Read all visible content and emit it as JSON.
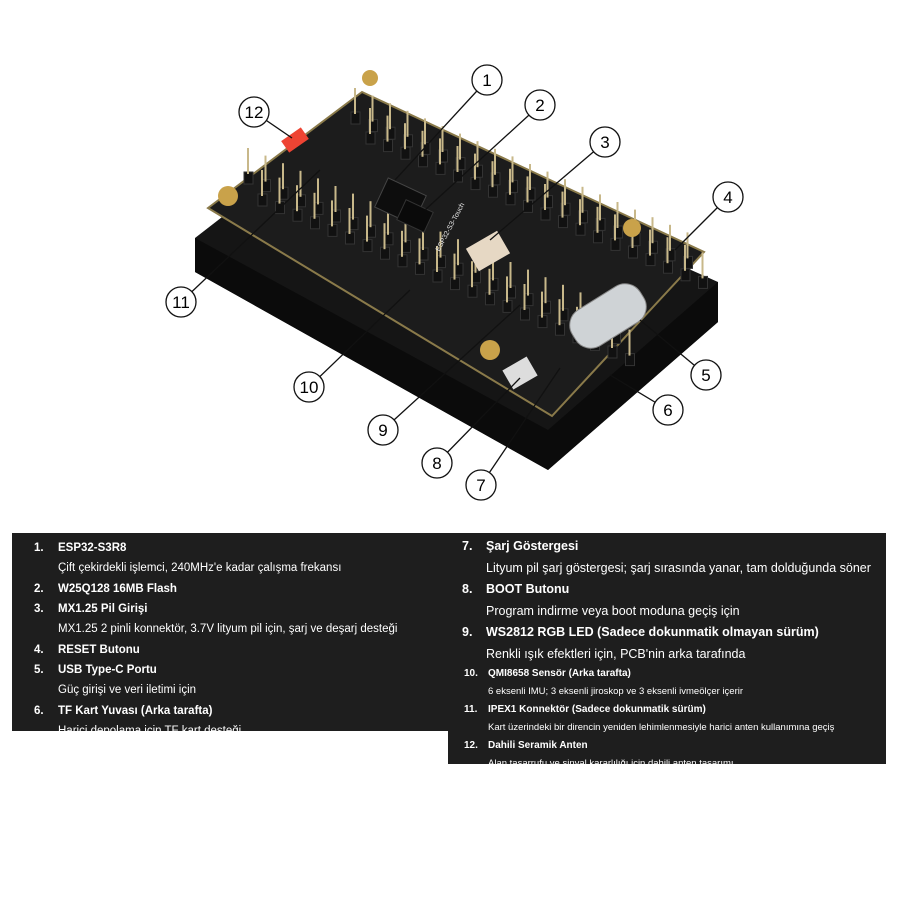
{
  "callouts": [
    "1",
    "2",
    "3",
    "4",
    "5",
    "6",
    "7",
    "8",
    "9",
    "10",
    "11",
    "12"
  ],
  "items_left": [
    {
      "num": "1.",
      "title": "ESP32-S3R8",
      "desc": "Çift çekirdekli işlemci, 240MHz'e kadar çalışma frekansı"
    },
    {
      "num": "2.",
      "title": "W25Q128 16MB Flash",
      "desc": null
    },
    {
      "num": "3.",
      "title": "MX1.25 Pil Girişi",
      "desc": "MX1.25 2 pinli konnektör, 3.7V lityum pil için, şarj ve deşarj desteği"
    },
    {
      "num": "4.",
      "title": "RESET Butonu",
      "desc": null
    },
    {
      "num": "5.",
      "title": "USB Type-C Portu",
      "desc": "Güç girişi ve veri iletimi için"
    },
    {
      "num": "6.",
      "title": "TF Kart Yuvası (Arka tarafta)",
      "desc": "Harici depolama için TF kart desteği"
    }
  ],
  "items_right": [
    {
      "num": "7.",
      "title": "Şarj Göstergesi",
      "desc": "Lityum pil şarj göstergesi; şarj sırasında yanar, tam dolduğunda söner"
    },
    {
      "num": "8.",
      "title": "BOOT Butonu",
      "desc": "Program indirme veya boot moduna geçiş için"
    },
    {
      "num": "9.",
      "title": "WS2812 RGB LED (Sadece dokunmatik olmayan sürüm)",
      "desc": "Renkli ışık efektleri için, PCB'nin arka tarafında"
    },
    {
      "num": "10.",
      "title": "QMI8658 Sensör (Arka tarafta)",
      "desc": "6 eksenli IMU; 3 eksenli jiroskop ve 3 eksenli ivmeölçer içerir"
    },
    {
      "num": "11.",
      "title": "IPEX1 Konnektör (Sadece dokunmatik sürüm)",
      "desc": "Kart üzerindeki bir direncin yeniden lehimlenmesiyle harici anten kullanımına geçiş"
    },
    {
      "num": "12.",
      "title": "Dahili Seramik Anten",
      "desc": "Alan tasarrufu ve sinyal kararlılığı için dahili anten tasarımı"
    }
  ],
  "board_label": "ESP32-S3-Touch"
}
